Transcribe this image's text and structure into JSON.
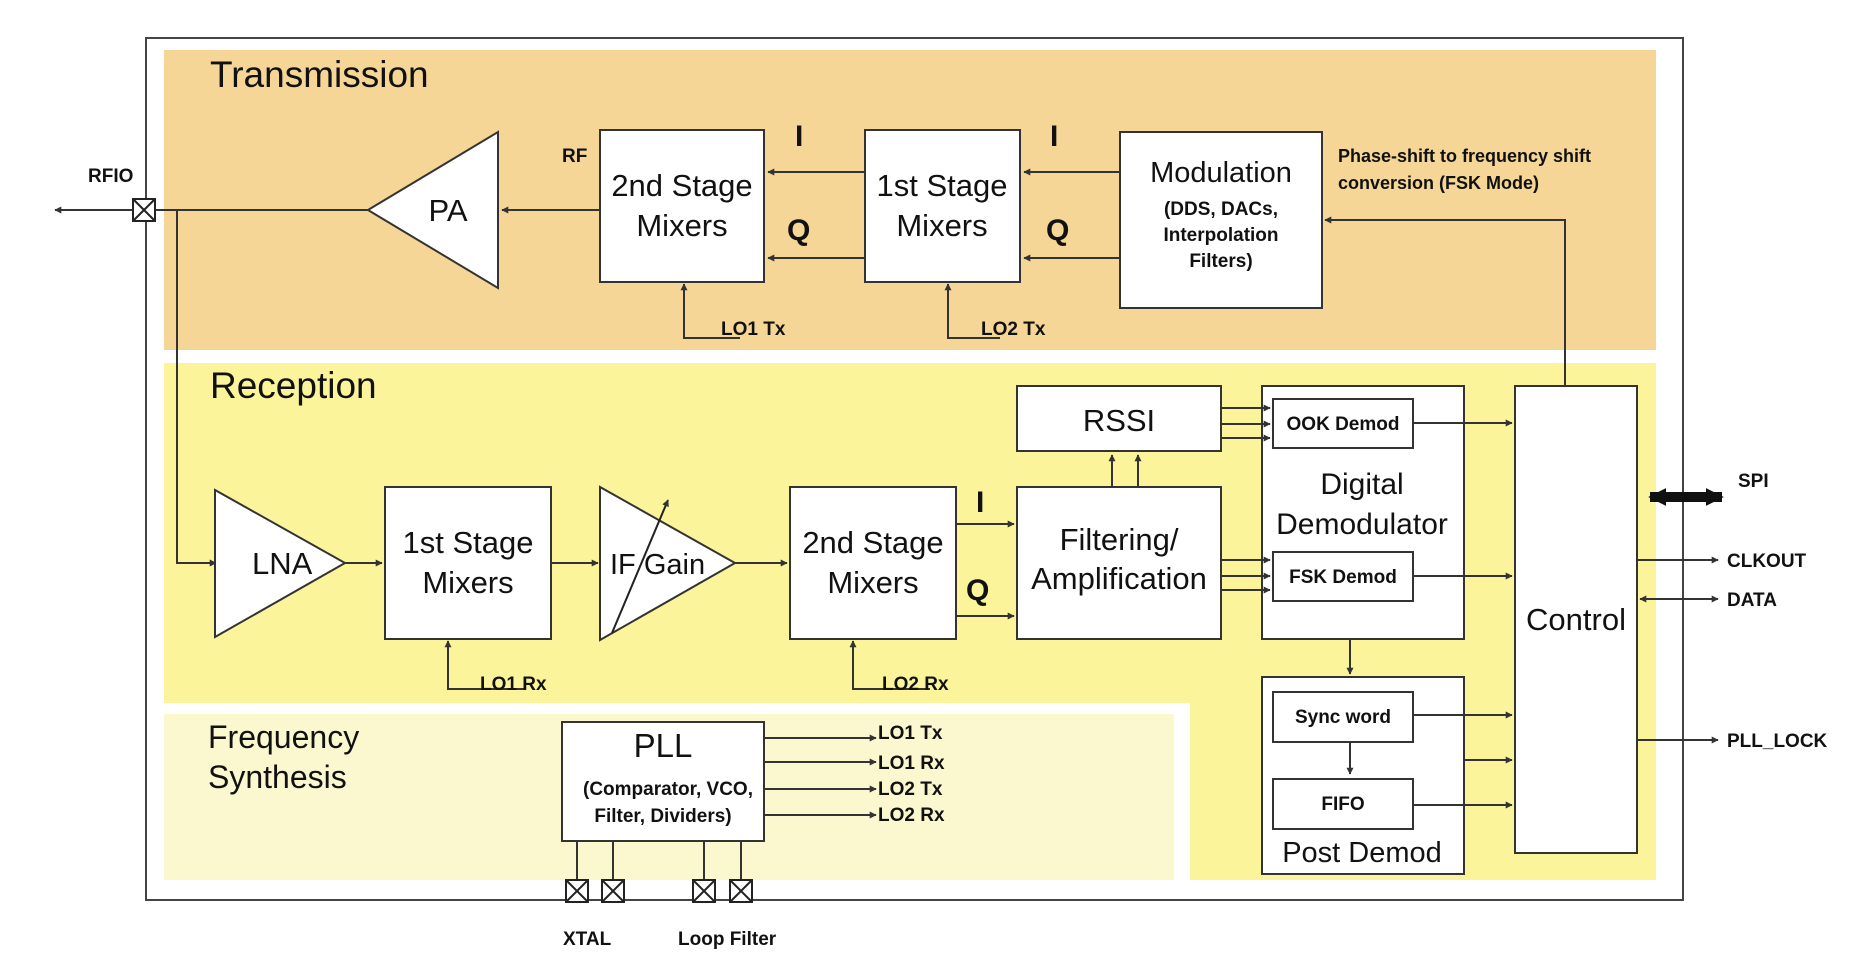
{
  "sections": {
    "transmission": "Transmission",
    "reception": "Reception",
    "synthesis_line1": "Frequency",
    "synthesis_line2": "Synthesis"
  },
  "tx": {
    "pa": "PA",
    "mixer2_l1": "2nd Stage",
    "mixer2_l2": "Mixers",
    "mixer1_l1": "1st Stage",
    "mixer1_l2": "Mixers",
    "mod_title": "Modulation",
    "mod_l2": "(DDS, DACs,",
    "mod_l3": "Interpolation",
    "mod_l4": "Filters)",
    "i1": "I",
    "i2": "I",
    "q1": "Q",
    "q2": "Q",
    "rf": "RF",
    "lo1": "LO1 Tx",
    "lo2": "LO2 Tx",
    "note_l1": "Phase-shift to frequency shift",
    "note_l2": "conversion (FSK Mode)"
  },
  "rx": {
    "lna": "LNA",
    "mixer1_l1": "1st Stage",
    "mixer1_l2": "Mixers",
    "ifgain": "IF Gain",
    "mixer2_l1": "2nd Stage",
    "mixer2_l2": "Mixers",
    "filt_l1": "Filtering/",
    "filt_l2": "Amplification",
    "rssi": "RSSI",
    "ook": "OOK Demod",
    "fsk": "FSK Demod",
    "dd_l1": "Digital",
    "dd_l2": "Demodulator",
    "i": "I",
    "q": "Q",
    "lo1": "LO1 Rx",
    "lo2": "LO2 Rx"
  },
  "post": {
    "sync": "Sync word",
    "fifo": "FIFO",
    "title": "Post Demod"
  },
  "control": "Control",
  "pll": {
    "title": "PLL",
    "l2": "(Comparator,  VCO,",
    "l3": "Filter, Dividers)",
    "outs": [
      "LO1 Tx",
      "LO1 Rx",
      "LO2 Tx",
      "LO2 Rx"
    ]
  },
  "pins": {
    "rfio": "RFIO",
    "spi": "SPI",
    "clkout": "CLKOUT",
    "data": "DATA",
    "pll_lock": "PLL_LOCK",
    "xtal": "XTAL",
    "loop_filter": "Loop Filter"
  }
}
